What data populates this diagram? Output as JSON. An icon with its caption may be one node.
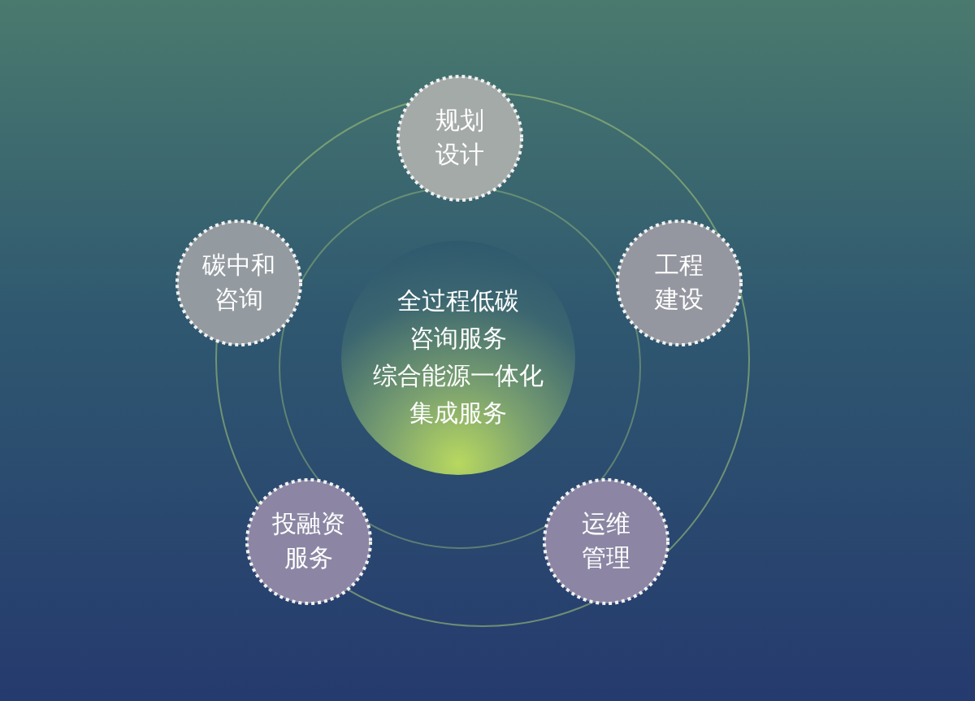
{
  "diagram": {
    "nodes": [
      {
        "text": [
          "全过程低碳咨询服务",
          "综合能源一体化集成服务"
        ]
      },
      {
        "text": [
          "规划设计"
        ]
      },
      {
        "text": [
          "工程建设"
        ]
      },
      {
        "text": [
          "运维管理"
        ]
      },
      {
        "text": [
          "投融资服务"
        ]
      },
      {
        "text": [
          "碳中和咨询"
        ]
      }
    ]
  }
}
